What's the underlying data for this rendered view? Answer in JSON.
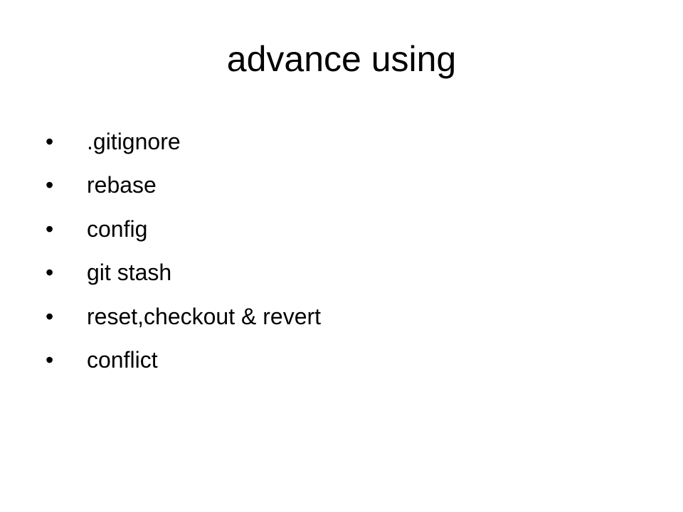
{
  "slide": {
    "title": "advance using",
    "bullet_char": "•",
    "bullets": [
      ".gitignore",
      "rebase",
      "config",
      "git stash",
      "reset,checkout & revert",
      "conflict"
    ]
  }
}
